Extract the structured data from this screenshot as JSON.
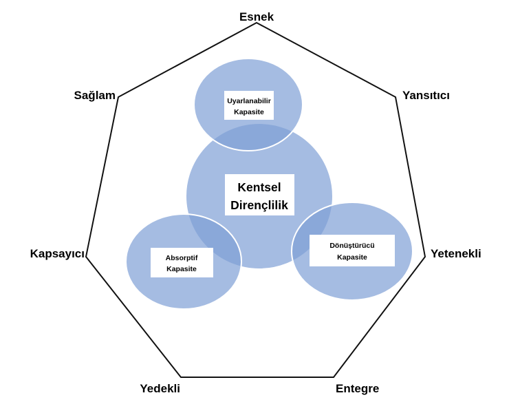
{
  "heptagon": {
    "vertices": [
      "Esnek",
      "Yansıtıcı",
      "Yetenekli",
      "Entegre",
      "Yedekli",
      "Kapsayıcı",
      "Sağlam"
    ]
  },
  "center": {
    "line1": "Kentsel",
    "line2": "Dirençlilik"
  },
  "circles": {
    "top": {
      "line1": "Uyarlanabilir",
      "line2": "Kapasite"
    },
    "left": {
      "line1": "Absorptif",
      "line2": "Kapasite"
    },
    "right": {
      "line1": "Dönüştürücü",
      "line2": "Kapasite"
    }
  },
  "colors": {
    "circle_fill": "#7f9fd6",
    "circle_stroke": "#ffffff",
    "outline": "#111111",
    "box_fill": "#ffffff"
  }
}
